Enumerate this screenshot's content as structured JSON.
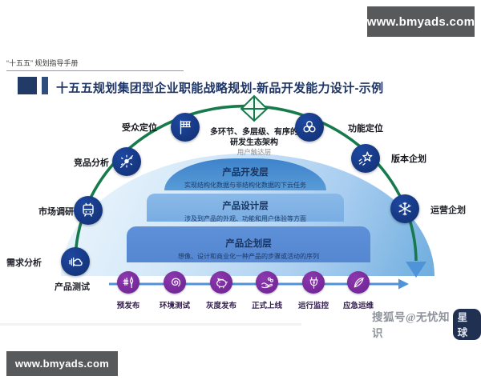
{
  "banners": {
    "top_right": "www.bmyads.com",
    "bottom_left": "www.bmyads.com"
  },
  "header": {
    "eyebrow": "“十五五” 规划指导手册",
    "title": "十五五规划集团型企业职能战略规划-新品开发能力设计-示例"
  },
  "arc": {
    "caption_line1": "多环节、多层级、有序的",
    "caption_line2": "研发生态架构",
    "caption_sub": "用户触达层",
    "side_label": "需求分析",
    "nodes": [
      {
        "label": "市场调研",
        "icon": "tram-icon"
      },
      {
        "label": "竞品分析",
        "icon": "spark-analysis-icon"
      },
      {
        "label": "受众定位",
        "icon": "flag-icon"
      },
      {
        "label": "功能定位",
        "icon": "propeller-icon"
      },
      {
        "label": "版本企划",
        "icon": "shooting-star-icon"
      },
      {
        "label": "运营企划",
        "icon": "snowflake-icon"
      },
      {
        "label": "产品测试",
        "icon": "cloud-signal-icon"
      }
    ],
    "apex_icon": "gem-icon"
  },
  "layers": [
    {
      "title": "产品开发层",
      "subtitle": "实现结构化数据与非结构化数据的下云任务"
    },
    {
      "title": "产品设计层",
      "subtitle": "涉及到产品的外观、功能和用户体验等方面"
    },
    {
      "title": "产品企划层",
      "subtitle": "想像、设计和商业化一种产品的步骤或活动的序列"
    }
  ],
  "pipeline": {
    "steps": [
      {
        "label": "预发布",
        "icon": "launch-pad-icon"
      },
      {
        "label": "环境测试",
        "icon": "spiral-icon"
      },
      {
        "label": "灰度发布",
        "icon": "piggy-bank-icon"
      },
      {
        "label": "正式上线",
        "icon": "hand-coins-icon"
      },
      {
        "label": "运行监控",
        "icon": "plug-monitor-icon"
      },
      {
        "label": "应急运维",
        "icon": "feather-icon"
      }
    ]
  },
  "watermark": {
    "prefix": "搜狐号@无忧知识",
    "suffix": "星球"
  },
  "colors": {
    "navy_node": "#16388a",
    "arc_green": "#177a4c",
    "purple_step": "#7b2d98",
    "arrow_blue": "#4f93d9",
    "banner_gray": "#58595b",
    "title_navy": "#1e3566"
  }
}
